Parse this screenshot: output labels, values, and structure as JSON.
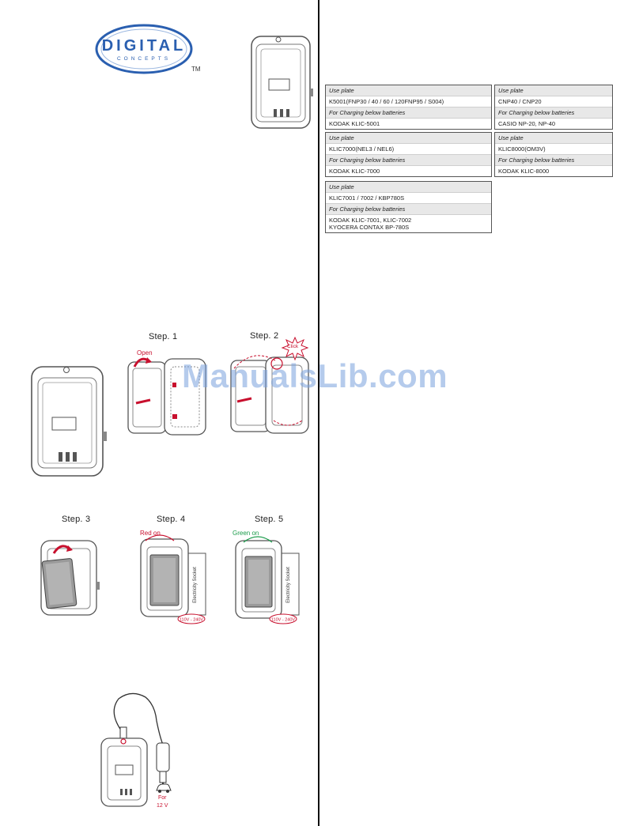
{
  "logo": {
    "line1": "DIGITAL",
    "line2": "CONCEPTS",
    "tm": "TM"
  },
  "colors": {
    "accent_blue": "#2a5fb0",
    "warning_red": "#c8102e",
    "ok_green": "#1a9b4a",
    "watermark": "#78a0dc"
  },
  "steps": {
    "step1": "Step. 1",
    "step2": "Step. 2",
    "step3": "Step. 3",
    "step4": "Step. 4",
    "step5": "Step. 5"
  },
  "labels": {
    "open": "Open",
    "click": "Click",
    "red_on": "Red on",
    "green_on": "Green on",
    "socket": "Electricity Socket",
    "voltage": "110V - 240V",
    "for": "For",
    "car_volt": "12 V"
  },
  "plates": [
    {
      "use_label": "Use plate",
      "model": "K5001(FNP30 / 40 / 60 / 120FNP95 / S004)",
      "charge_label": "For Charging below batteries",
      "batteries": "KODAK KLIC-5001"
    },
    {
      "use_label": "Use plate",
      "model": "CNP40 / CNP20",
      "charge_label": "For Charging below batteries",
      "batteries": "CASIO NP-20, NP-40"
    },
    {
      "use_label": "Use plate",
      "model": "KLIC7000(NEL3 / NEL6)",
      "charge_label": "For Charging below batteries",
      "batteries": "KODAK KLIC-7000"
    },
    {
      "use_label": "Use plate",
      "model": "KLIC8000(OM3V)",
      "charge_label": "For Charging below batteries",
      "batteries": "KODAK KLIC-8000"
    },
    {
      "use_label": "Use plate",
      "model": "KLIC7001 / 7002 / KBP780S",
      "charge_label": "For Charging below batteries",
      "batteries": "KODAK KLIC-7001, KLIC-7002\nKYOCERA CONTAX BP-780S"
    }
  ],
  "watermark": "ManualsLib.com"
}
